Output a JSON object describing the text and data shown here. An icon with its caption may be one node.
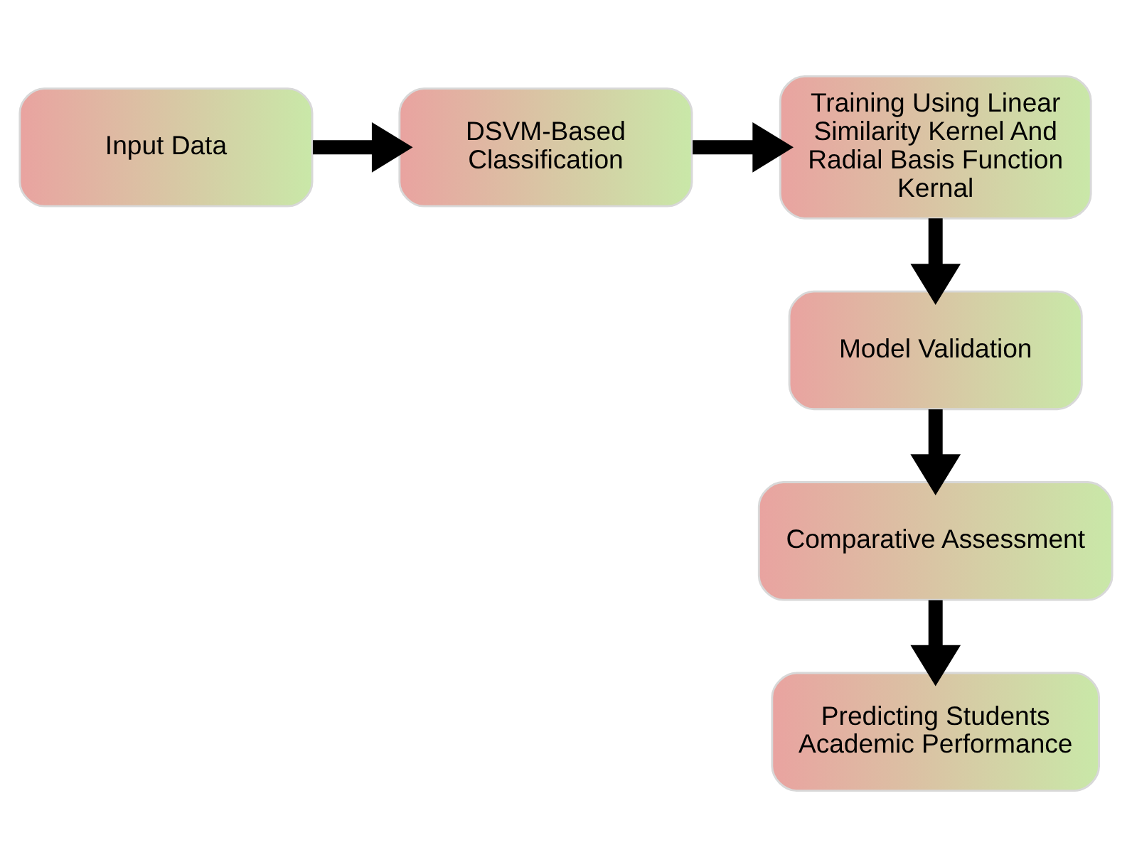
{
  "diagram": {
    "nodes": [
      {
        "text": [
          "Input Data"
        ]
      },
      {
        "text": [
          "DSVM-Based Classification"
        ]
      },
      {
        "text": [
          "Training Using Linear Similarity Kernel And Radial Basis Function Kernal"
        ]
      },
      {
        "text": [
          "Model Validation"
        ]
      },
      {
        "text": [
          "Comparative Assessment"
        ]
      },
      {
        "text": [
          "Predicting Students Academic Performance"
        ]
      }
    ],
    "edges": [
      {
        "from": 0,
        "to": 1,
        "arrow": "to"
      },
      {
        "from": 1,
        "to": 2,
        "arrow": "to"
      },
      {
        "from": 2,
        "to": 3,
        "arrow": "to"
      },
      {
        "from": 3,
        "to": 4,
        "arrow": "to"
      },
      {
        "from": 4,
        "to": 5,
        "arrow": "to"
      }
    ]
  }
}
